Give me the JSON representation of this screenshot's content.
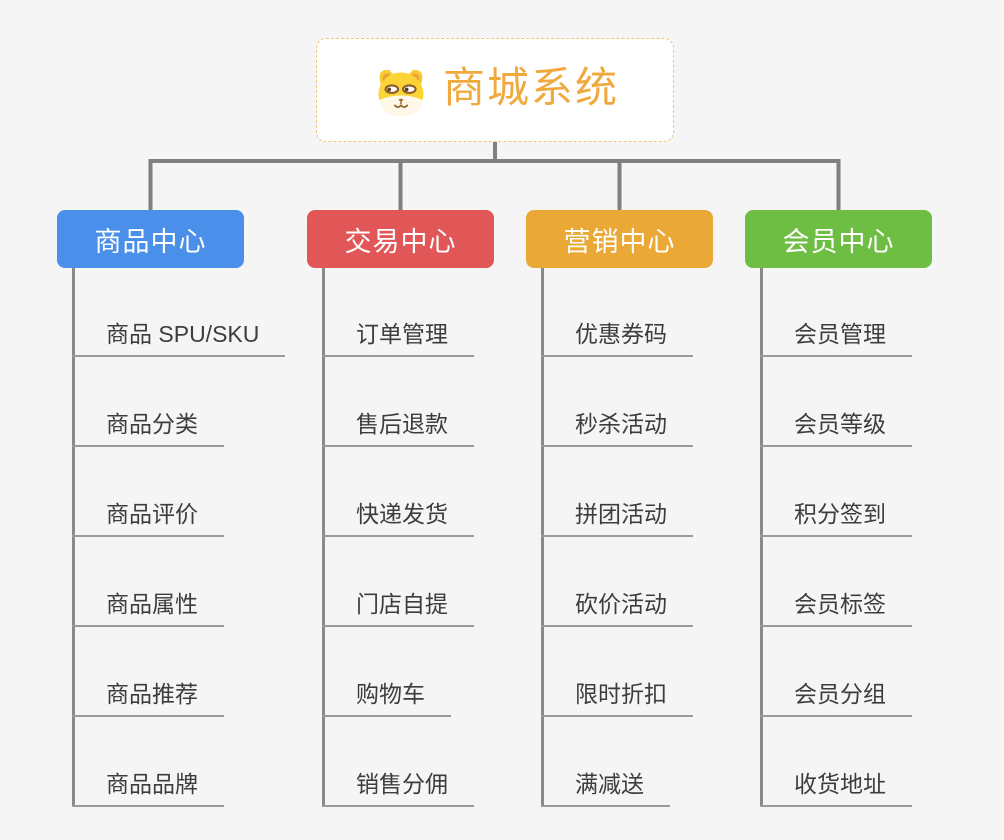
{
  "page": {
    "background_color": "#f5f5f5"
  },
  "connector": {
    "color": "#808080",
    "underline_color": "#9a9a9a"
  },
  "root": {
    "title": "商城系统",
    "title_color": "#f0a93c",
    "border_color": "#f3c27a",
    "icon": "shiba-dog-icon"
  },
  "branches": [
    {
      "label": "商品中心",
      "color": "#4a8fe9",
      "items": [
        "商品 SPU/SKU",
        "商品分类",
        "商品评价",
        "商品属性",
        "商品推荐",
        "商品品牌"
      ]
    },
    {
      "label": "交易中心",
      "color": "#e15757",
      "items": [
        "订单管理",
        "售后退款",
        "快递发货",
        "门店自提",
        "购物车",
        "销售分佣"
      ]
    },
    {
      "label": "营销中心",
      "color": "#eaa937",
      "items": [
        "优惠券码",
        "秒杀活动",
        "拼团活动",
        "砍价活动",
        "限时折扣",
        "满减送"
      ]
    },
    {
      "label": "会员中心",
      "color": "#6fbe44",
      "items": [
        "会员管理",
        "会员等级",
        "积分签到",
        "会员标签",
        "会员分组",
        "收货地址"
      ]
    }
  ]
}
